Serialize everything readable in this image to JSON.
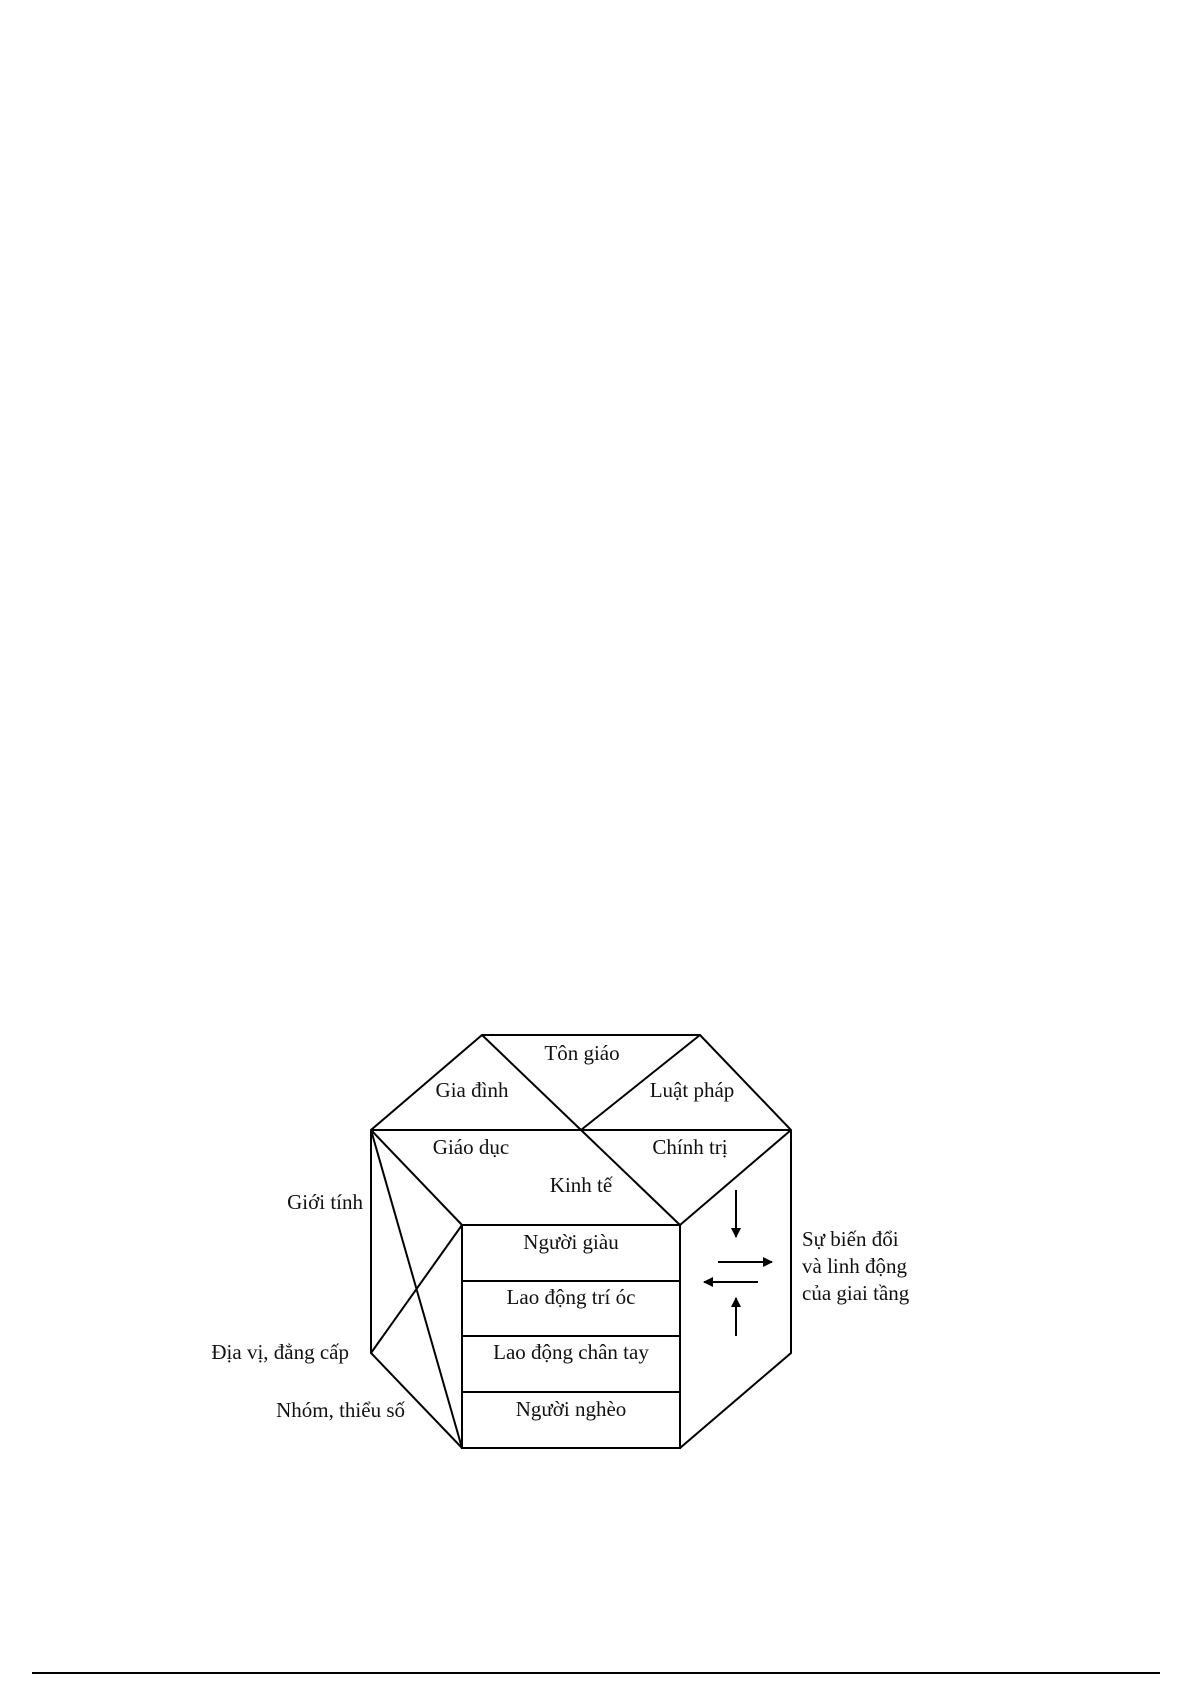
{
  "diagram": {
    "top_labels": {
      "ton_giao": "Tôn giáo",
      "gia_dinh": "Gia đình",
      "luat_phap": "Luật pháp",
      "giao_duc": "Giáo dục",
      "chinh_tri": "Chính trị",
      "kinh_te": "Kinh tế"
    },
    "left_labels": {
      "gioi_tinh": "Giới tính",
      "dia_vi": "Địa vị, đẳng cấp",
      "nhom_thieu_so": "Nhóm, thiểu số"
    },
    "strata": [
      "Người giàu",
      "Lao động trí óc",
      "Lao động chân tay",
      "Người nghèo"
    ],
    "mobility_label": [
      "Sự biến đổi",
      "và linh động",
      "của giai tầng"
    ]
  }
}
